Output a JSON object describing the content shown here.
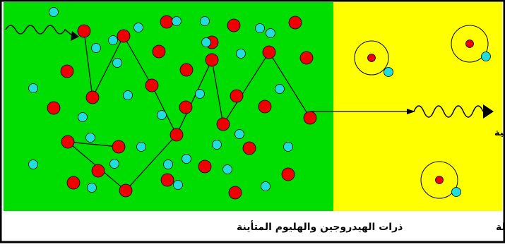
{
  "labels": {
    "emission": "اشعاعات كهرومغناطيسية",
    "ionized_caption": "ذرات الهيدروجين والهليوم المتأينة",
    "neutral_caption": "ذرات الهيدروجين والهليوم المتعادلة"
  },
  "colors": {
    "ionized_region": "#00dd00",
    "neutral_region": "#ffff00",
    "nucleus": "#ee0000",
    "electron": "#22dddd",
    "background": "#ffffff",
    "line": "#000000"
  },
  "particles": {
    "nuclei_count": 33,
    "free_electron_count": 30,
    "neutral_atom_count": 3
  }
}
